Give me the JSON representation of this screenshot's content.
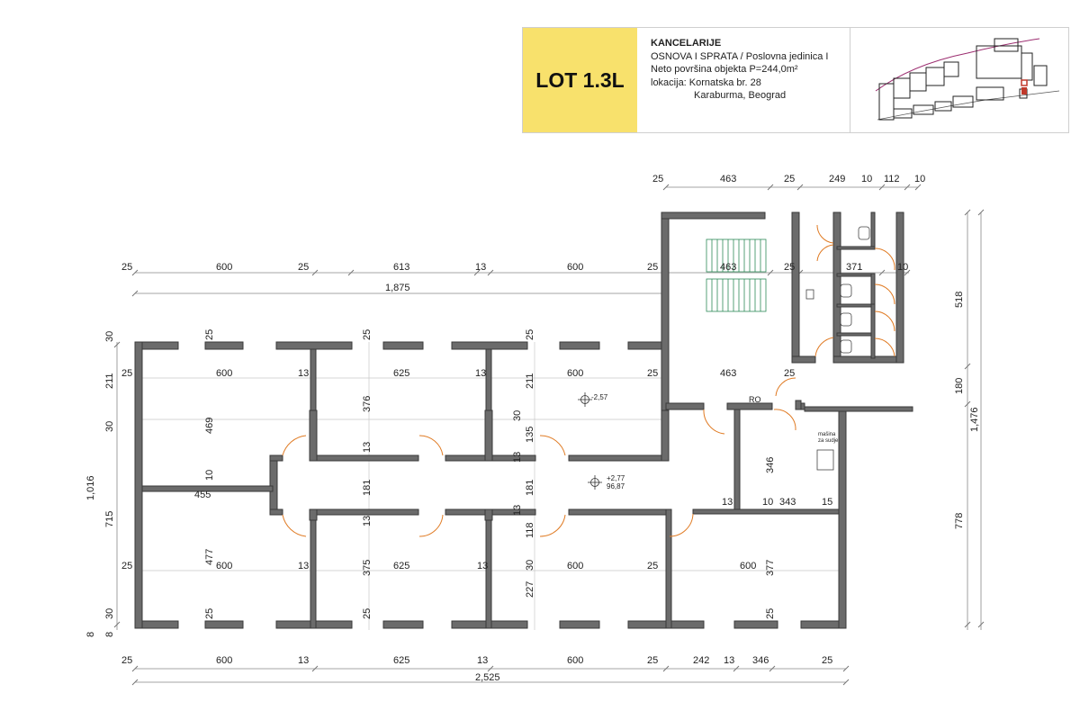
{
  "lot": "LOT 1.3L",
  "info": {
    "heading": "KANCELARIJE",
    "line1": "OSNOVA I SPRATA / Poslovna jedinica I",
    "line2": "Neto površina objekta P=244,0m²",
    "line3": "lokacija: Kornatska br. 28",
    "line4": "Karaburma, Beograd"
  },
  "levels": {
    "level1": "-2,57",
    "level2a": "+2,77",
    "level2b": "96,87"
  },
  "labels": {
    "ro": "RO",
    "masina1": "mašina",
    "masina2": "za sudje"
  },
  "top_dims": {
    "a1": "25",
    "a2": "463",
    "a3": "25",
    "a4": "249",
    "a5": "10",
    "a6": "112",
    "a7": "10"
  },
  "row_dims": {
    "b1": "25",
    "b2": "600",
    "b3": "25",
    "b4": "613",
    "b5": "13",
    "b6": "600",
    "b7": "25",
    "b8": "463",
    "b9": "25",
    "b10": "371",
    "b11": "10",
    "total": "1,875"
  },
  "interior_dims": {
    "c1": "25",
    "c2": "600",
    "c3": "13",
    "c4": "625",
    "c5": "13",
    "c6": "600",
    "c7": "25",
    "c8": "463",
    "c9": "25",
    "d1": "25",
    "d2": "25",
    "d3": "25",
    "e1": "469",
    "e2": "376",
    "e3": "211",
    "f1": "10",
    "f2": "455",
    "g1": "13",
    "g2": "13",
    "g3": "181",
    "g4": "181",
    "g5": "135",
    "g6": "30",
    "h1": "13",
    "h2": "13",
    "h3": "118",
    "i1": "477",
    "i2": "375",
    "i3": "227",
    "i4": "377",
    "j1": "25",
    "j2": "600",
    "j3": "13",
    "j4": "625",
    "j5": "13",
    "j6": "30",
    "j7": "600",
    "j8": "25",
    "j9": "600",
    "k1": "25",
    "k2": "25",
    "k3": "25",
    "l1": "346",
    "l2": "13",
    "l3": "10",
    "l4": "343",
    "l5": "15"
  },
  "left_dims": {
    "m1": "30",
    "m2": "211",
    "m3": "30",
    "m4": "715",
    "m5": "30",
    "m6": "8",
    "m7": "8",
    "m8": "1,016"
  },
  "right_dims": {
    "n1": "518",
    "n2": "180",
    "n3": "778",
    "n4": "1,476"
  },
  "bottom_dims": {
    "p1": "25",
    "p2": "600",
    "p3": "13",
    "p4": "625",
    "p5": "13",
    "p6": "600",
    "p7": "25",
    "p8": "242",
    "p9": "13",
    "p10": "346",
    "p11": "25",
    "total": "2,525"
  }
}
